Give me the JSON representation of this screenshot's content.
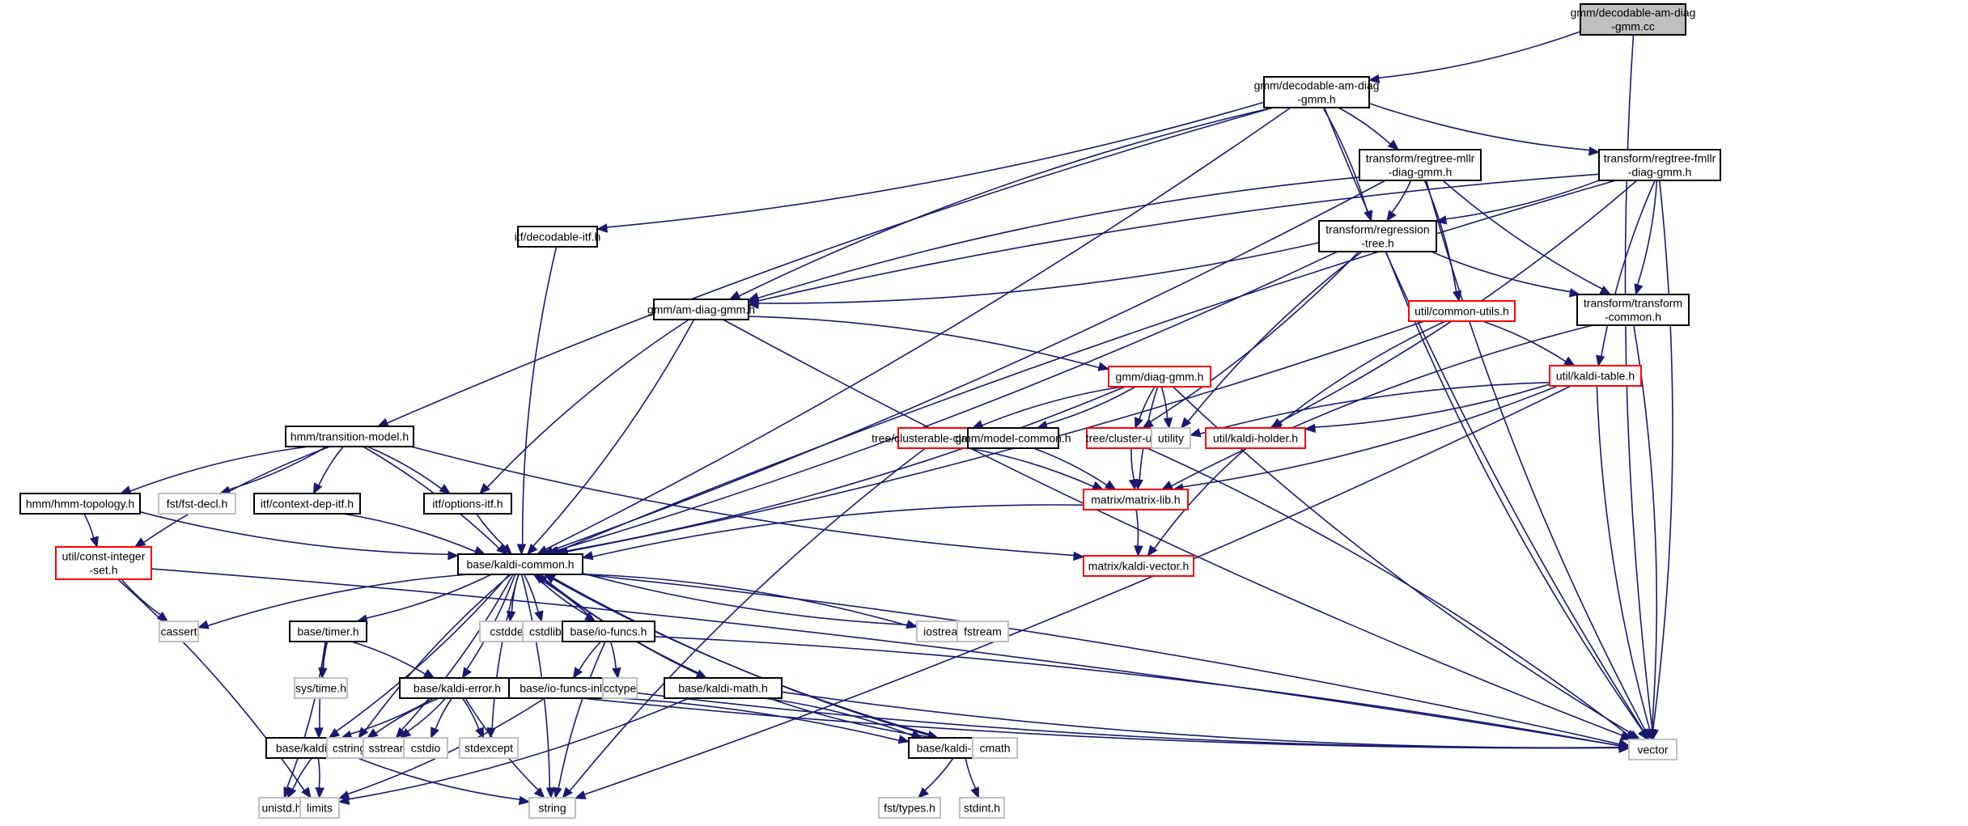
{
  "graph": {
    "title": "gmm/decodable-am-diag-gmm.cc",
    "edge_color": "#191970",
    "node_styles": {
      "root": {
        "fill": "#bfbfbf",
        "border": "#000000"
      },
      "doc": {
        "fill": "#ffffff",
        "border": "#000000"
      },
      "red": {
        "fill": "#ffffff",
        "border": "#ff0000"
      },
      "sys": {
        "fill": "#ffffff",
        "border": "#bfbfbf"
      }
    },
    "nodes": [
      {
        "id": "root",
        "label": [
          "gmm/decodable-am-diag",
          "-gmm.cc"
        ],
        "style": "root"
      },
      {
        "id": "dam",
        "label": [
          "gmm/decodable-am-diag",
          "-gmm.h"
        ],
        "style": "doc"
      },
      {
        "id": "mllr",
        "label": [
          "transform/regtree-mllr",
          "-diag-gmm.h"
        ],
        "style": "doc"
      },
      {
        "id": "fmllr",
        "label": [
          "transform/regtree-fmllr",
          "-diag-gmm.h"
        ],
        "style": "doc"
      },
      {
        "id": "dec",
        "label": [
          "itf/decodable-itf.h"
        ],
        "style": "doc"
      },
      {
        "id": "rt",
        "label": [
          "transform/regression",
          "-tree.h"
        ],
        "style": "doc"
      },
      {
        "id": "amg",
        "label": [
          "gmm/am-diag-gmm.h"
        ],
        "style": "doc"
      },
      {
        "id": "cu",
        "label": [
          "util/common-utils.h"
        ],
        "style": "red"
      },
      {
        "id": "tc",
        "label": [
          "transform/transform",
          "-common.h"
        ],
        "style": "doc"
      },
      {
        "id": "dg",
        "label": [
          "gmm/diag-gmm.h"
        ],
        "style": "red"
      },
      {
        "id": "kt",
        "label": [
          "util/kaldi-table.h"
        ],
        "style": "red"
      },
      {
        "id": "tm",
        "label": [
          "hmm/transition-model.h"
        ],
        "style": "doc"
      },
      {
        "id": "cc",
        "label": [
          "tree/clusterable-classes.h"
        ],
        "style": "red"
      },
      {
        "id": "mc",
        "label": [
          "gmm/model-common.h"
        ],
        "style": "doc"
      },
      {
        "id": "clu",
        "label": [
          "tree/cluster-utils.h"
        ],
        "style": "red"
      },
      {
        "id": "util",
        "label": [
          "utility"
        ],
        "style": "sys"
      },
      {
        "id": "kh",
        "label": [
          "util/kaldi-holder.h"
        ],
        "style": "red"
      },
      {
        "id": "topo",
        "label": [
          "hmm/hmm-topology.h"
        ],
        "style": "doc"
      },
      {
        "id": "fst",
        "label": [
          "fst/fst-decl.h"
        ],
        "style": "sys"
      },
      {
        "id": "cd",
        "label": [
          "itf/context-dep-itf.h"
        ],
        "style": "doc"
      },
      {
        "id": "opt",
        "label": [
          "itf/options-itf.h"
        ],
        "style": "doc"
      },
      {
        "id": "ml",
        "label": [
          "matrix/matrix-lib.h"
        ],
        "style": "red"
      },
      {
        "id": "cis",
        "label": [
          "util/const-integer",
          "-set.h"
        ],
        "style": "red"
      },
      {
        "id": "kc",
        "label": [
          "base/kaldi-common.h"
        ],
        "style": "doc"
      },
      {
        "id": "kv",
        "label": [
          "matrix/kaldi-vector.h"
        ],
        "style": "red"
      },
      {
        "id": "cassert",
        "label": [
          "cassert"
        ],
        "style": "sys"
      },
      {
        "id": "timer",
        "label": [
          "base/timer.h"
        ],
        "style": "doc"
      },
      {
        "id": "cstddef",
        "label": [
          "cstddef"
        ],
        "style": "sys"
      },
      {
        "id": "cstdlib",
        "label": [
          "cstdlib"
        ],
        "style": "sys"
      },
      {
        "id": "iof",
        "label": [
          "base/io-funcs.h"
        ],
        "style": "doc"
      },
      {
        "id": "iostream",
        "label": [
          "iostream"
        ],
        "style": "sys"
      },
      {
        "id": "fstream",
        "label": [
          "fstream"
        ],
        "style": "sys"
      },
      {
        "id": "systime",
        "label": [
          "sys/time.h"
        ],
        "style": "sys"
      },
      {
        "id": "ke",
        "label": [
          "base/kaldi-error.h"
        ],
        "style": "doc"
      },
      {
        "id": "iofi",
        "label": [
          "base/io-funcs-inl.h"
        ],
        "style": "doc"
      },
      {
        "id": "cctype",
        "label": [
          "cctype"
        ],
        "style": "sys"
      },
      {
        "id": "km",
        "label": [
          "base/kaldi-math.h"
        ],
        "style": "doc"
      },
      {
        "id": "ku",
        "label": [
          "base/kaldi-utils.h"
        ],
        "style": "doc"
      },
      {
        "id": "cstring",
        "label": [
          "cstring"
        ],
        "style": "sys"
      },
      {
        "id": "sstream",
        "label": [
          "sstream"
        ],
        "style": "sys"
      },
      {
        "id": "cstdio",
        "label": [
          "cstdio"
        ],
        "style": "sys"
      },
      {
        "id": "stdexcept",
        "label": [
          "stdexcept"
        ],
        "style": "sys"
      },
      {
        "id": "ktyp",
        "label": [
          "base/kaldi-types.h"
        ],
        "style": "doc"
      },
      {
        "id": "cmath",
        "label": [
          "cmath"
        ],
        "style": "sys"
      },
      {
        "id": "vector",
        "label": [
          "vector"
        ],
        "style": "sys"
      },
      {
        "id": "unistd",
        "label": [
          "unistd.h"
        ],
        "style": "sys"
      },
      {
        "id": "limits",
        "label": [
          "limits"
        ],
        "style": "sys"
      },
      {
        "id": "string",
        "label": [
          "string"
        ],
        "style": "sys"
      },
      {
        "id": "fsttypes",
        "label": [
          "fst/types.h"
        ],
        "style": "sys"
      },
      {
        "id": "stdint",
        "label": [
          "stdint.h"
        ],
        "style": "sys"
      }
    ],
    "edges": [
      [
        "root",
        "dam"
      ],
      [
        "root",
        "vector"
      ],
      [
        "dam",
        "mllr"
      ],
      [
        "dam",
        "fmllr"
      ],
      [
        "dam",
        "rt"
      ],
      [
        "dam",
        "amg"
      ],
      [
        "dam",
        "dec"
      ],
      [
        "dam",
        "tm"
      ],
      [
        "dam",
        "kc"
      ],
      [
        "dam",
        "vector"
      ],
      [
        "mllr",
        "rt"
      ],
      [
        "mllr",
        "amg"
      ],
      [
        "mllr",
        "cu"
      ],
      [
        "mllr",
        "tc"
      ],
      [
        "mllr",
        "kc"
      ],
      [
        "mllr",
        "vector"
      ],
      [
        "fmllr",
        "rt"
      ],
      [
        "fmllr",
        "amg"
      ],
      [
        "fmllr",
        "tc"
      ],
      [
        "fmllr",
        "kt"
      ],
      [
        "fmllr",
        "kh"
      ],
      [
        "fmllr",
        "kc"
      ],
      [
        "fmllr",
        "vector"
      ],
      [
        "dec",
        "kc"
      ],
      [
        "rt",
        "amg"
      ],
      [
        "rt",
        "tc"
      ],
      [
        "rt",
        "clu"
      ],
      [
        "rt",
        "util"
      ],
      [
        "rt",
        "kc"
      ],
      [
        "rt",
        "vector"
      ],
      [
        "amg",
        "dg"
      ],
      [
        "amg",
        "opt"
      ],
      [
        "amg",
        "kc"
      ],
      [
        "amg",
        "vector"
      ],
      [
        "cu",
        "kt"
      ],
      [
        "cu",
        "kh"
      ],
      [
        "cu",
        "kc"
      ],
      [
        "tc",
        "ml"
      ],
      [
        "tc",
        "vector"
      ],
      [
        "dg",
        "cc"
      ],
      [
        "dg",
        "mc"
      ],
      [
        "dg",
        "clu"
      ],
      [
        "dg",
        "util"
      ],
      [
        "dg",
        "ml"
      ],
      [
        "dg",
        "kc"
      ],
      [
        "dg",
        "vector"
      ],
      [
        "kt",
        "kh"
      ],
      [
        "kt",
        "util"
      ],
      [
        "kt",
        "ml"
      ],
      [
        "kt",
        "vector"
      ],
      [
        "kt",
        "string"
      ],
      [
        "tm",
        "topo"
      ],
      [
        "tm",
        "fst"
      ],
      [
        "tm",
        "cd"
      ],
      [
        "tm",
        "opt"
      ],
      [
        "tm",
        "cis"
      ],
      [
        "tm",
        "kc"
      ],
      [
        "tm",
        "kv"
      ],
      [
        "cc",
        "ml"
      ],
      [
        "cc",
        "string"
      ],
      [
        "mc",
        "ml"
      ],
      [
        "clu",
        "ml"
      ],
      [
        "clu",
        "vector"
      ],
      [
        "kh",
        "kv"
      ],
      [
        "topo",
        "cis"
      ],
      [
        "topo",
        "kc"
      ],
      [
        "cd",
        "kc"
      ],
      [
        "opt",
        "kc"
      ],
      [
        "ml",
        "kv"
      ],
      [
        "ml",
        "kc"
      ],
      [
        "cis",
        "vector"
      ],
      [
        "cis",
        "cassert"
      ],
      [
        "cis",
        "limits"
      ],
      [
        "kc",
        "cassert"
      ],
      [
        "kc",
        "timer"
      ],
      [
        "kc",
        "cstddef"
      ],
      [
        "kc",
        "cstdlib"
      ],
      [
        "kc",
        "iof"
      ],
      [
        "kc",
        "iostream"
      ],
      [
        "kc",
        "fstream"
      ],
      [
        "kc",
        "ke"
      ],
      [
        "kc",
        "km"
      ],
      [
        "kc",
        "ku"
      ],
      [
        "kc",
        "cstring"
      ],
      [
        "kc",
        "sstream"
      ],
      [
        "kc",
        "stdexcept"
      ],
      [
        "kc",
        "string"
      ],
      [
        "kc",
        "ktyp"
      ],
      [
        "kc",
        "vector"
      ],
      [
        "timer",
        "systime"
      ],
      [
        "timer",
        "ke"
      ],
      [
        "timer",
        "ku"
      ],
      [
        "timer",
        "unistd"
      ],
      [
        "iof",
        "iofi"
      ],
      [
        "iof",
        "cctype"
      ],
      [
        "iof",
        "string"
      ],
      [
        "iof",
        "vector"
      ],
      [
        "iof",
        "kc"
      ],
      [
        "ke",
        "ku"
      ],
      [
        "ke",
        "cstring"
      ],
      [
        "ke",
        "sstream"
      ],
      [
        "ke",
        "cstdio"
      ],
      [
        "ke",
        "stdexcept"
      ],
      [
        "ke",
        "string"
      ],
      [
        "ke",
        "ktyp"
      ],
      [
        "ke",
        "vector"
      ],
      [
        "iofi",
        "limits"
      ],
      [
        "iofi",
        "vector"
      ],
      [
        "km",
        "ktyp"
      ],
      [
        "km",
        "cmath"
      ],
      [
        "km",
        "limits"
      ],
      [
        "km",
        "vector"
      ],
      [
        "km",
        "kc"
      ],
      [
        "ku",
        "unistd"
      ],
      [
        "ku",
        "limits"
      ],
      [
        "ku",
        "string"
      ],
      [
        "ktyp",
        "fsttypes"
      ],
      [
        "ktyp",
        "stdint"
      ],
      [
        "ktyp",
        "kc"
      ]
    ]
  }
}
